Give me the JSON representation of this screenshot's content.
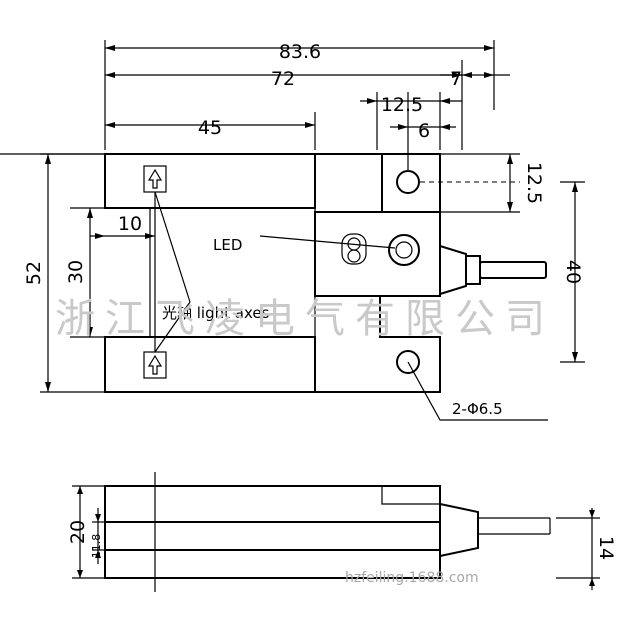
{
  "dimensions": {
    "overall_width": "83.6",
    "body_width": "72",
    "offset_right": "7",
    "hole_offset": "12.5",
    "hole_spacing": "6",
    "slot_depth": "45",
    "groove_inner": "10",
    "overall_height": "52",
    "slot_height": "30",
    "hole_vertical": "12.5",
    "hole_pitch": "40",
    "side_height": "20",
    "side_sub": "11.8",
    "cable_offset": "14"
  },
  "labels": {
    "led": "LED",
    "optical_axis": "光轴 light axes",
    "holes": "2-Φ6.5"
  },
  "watermark": {
    "company": "浙江飞凌电气有限公司",
    "url": "hzfeiling.1688.com"
  }
}
